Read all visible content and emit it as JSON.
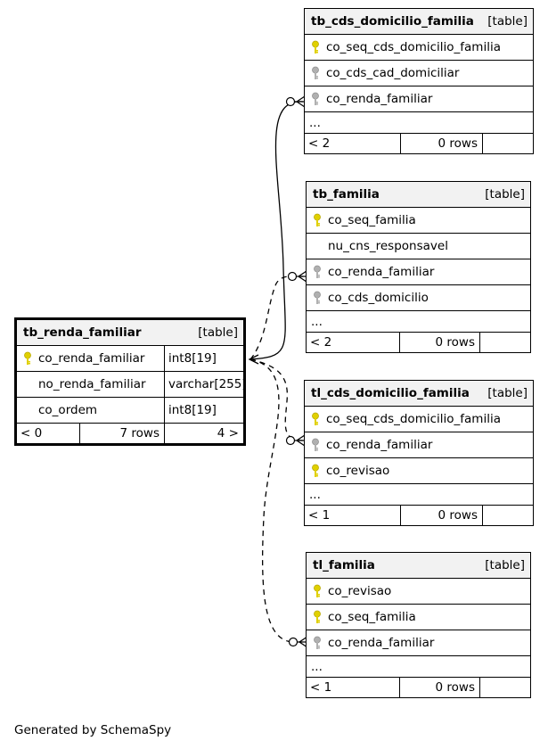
{
  "tables": {
    "tb_renda_familiar": {
      "name": "tb_renda_familiar",
      "kind": "[table]",
      "columns": [
        {
          "name": "co_renda_familiar",
          "type": "int8[19]",
          "icon": "primary-key-icon"
        },
        {
          "name": "no_renda_familiar",
          "type": "varchar[255]",
          "icon": ""
        },
        {
          "name": "co_ordem",
          "type": "int8[19]",
          "icon": ""
        }
      ],
      "footer": {
        "parents": "< 0",
        "rows": "7 rows",
        "children": "4 >"
      }
    },
    "tb_cds_domicilio_familia": {
      "name": "tb_cds_domicilio_familia",
      "kind": "[table]",
      "columns": [
        {
          "name": "co_seq_cds_domicilio_familia",
          "icon": "primary-key-icon"
        },
        {
          "name": "co_cds_cad_domiciliar",
          "icon": "foreign-key-icon"
        },
        {
          "name": "co_renda_familiar",
          "icon": "foreign-key-icon"
        }
      ],
      "ellipsis": "...",
      "footer": {
        "parents": "< 2",
        "rows": "0 rows",
        "children": ""
      }
    },
    "tb_familia": {
      "name": "tb_familia",
      "kind": "[table]",
      "columns": [
        {
          "name": "co_seq_familia",
          "icon": "primary-key-icon"
        },
        {
          "name": "nu_cns_responsavel",
          "icon": ""
        },
        {
          "name": "co_renda_familiar",
          "icon": "foreign-key-icon"
        },
        {
          "name": "co_cds_domicilio",
          "icon": "foreign-key-icon"
        }
      ],
      "ellipsis": "...",
      "footer": {
        "parents": "< 2",
        "rows": "0 rows",
        "children": ""
      }
    },
    "tl_cds_domicilio_familia": {
      "name": "tl_cds_domicilio_familia",
      "kind": "[table]",
      "columns": [
        {
          "name": "co_seq_cds_domicilio_familia",
          "icon": "primary-key-icon"
        },
        {
          "name": "co_renda_familiar",
          "icon": "foreign-key-icon"
        },
        {
          "name": "co_revisao",
          "icon": "primary-key-icon"
        }
      ],
      "ellipsis": "...",
      "footer": {
        "parents": "< 1",
        "rows": "0 rows",
        "children": ""
      }
    },
    "tl_familia": {
      "name": "tl_familia",
      "kind": "[table]",
      "columns": [
        {
          "name": "co_revisao",
          "icon": "primary-key-icon"
        },
        {
          "name": "co_seq_familia",
          "icon": "primary-key-icon"
        },
        {
          "name": "co_renda_familiar",
          "icon": "foreign-key-icon"
        }
      ],
      "ellipsis": "...",
      "footer": {
        "parents": "< 1",
        "rows": "0 rows",
        "children": ""
      }
    }
  },
  "relationships": [
    {
      "from": "tb_cds_domicilio_familia.co_renda_familiar",
      "to": "tb_renda_familiar.co_renda_familiar",
      "style": "solid"
    },
    {
      "from": "tb_familia.co_renda_familiar",
      "to": "tb_renda_familiar.co_renda_familiar",
      "style": "dashed"
    },
    {
      "from": "tl_cds_domicilio_familia.co_renda_familiar",
      "to": "tb_renda_familiar.co_renda_familiar",
      "style": "dashed"
    },
    {
      "from": "tl_familia.co_renda_familiar",
      "to": "tb_renda_familiar.co_renda_familiar",
      "style": "dashed"
    }
  ],
  "colors": {
    "primary_key": "#e0d000",
    "foreign_key": "#b0b0b0",
    "header_bg": "#f2f2f2"
  },
  "footer_text": "Generated by SchemaSpy"
}
